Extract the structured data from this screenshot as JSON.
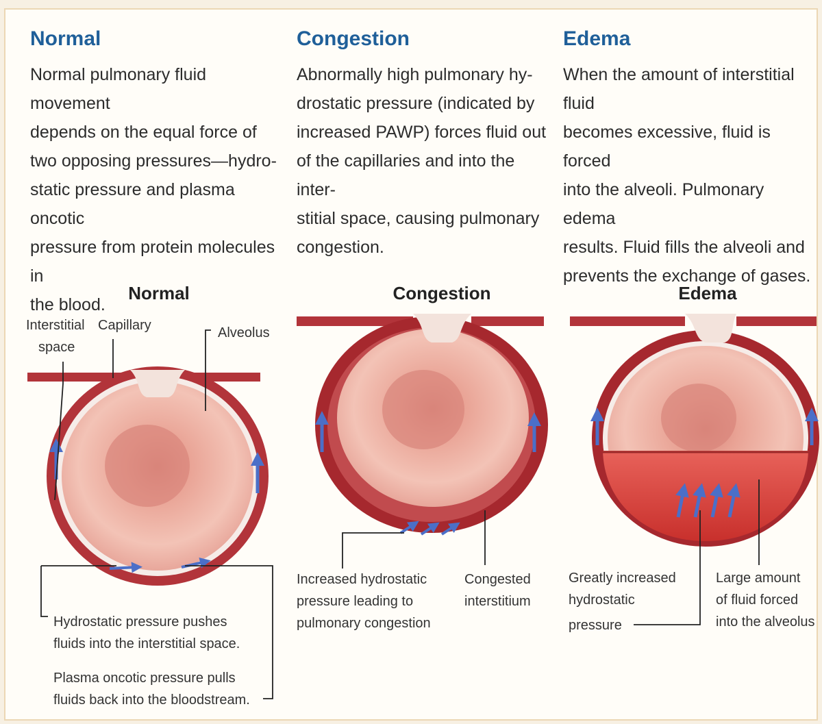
{
  "columns": [
    {
      "heading": "Normal",
      "lines": [
        "Normal pulmonary fluid movement",
        "depends on the equal force of",
        "two opposing pressures—hydro-",
        "static pressure and plasma oncotic",
        "pressure from protein molecules in",
        "the blood."
      ]
    },
    {
      "heading": "Congestion",
      "lines": [
        "Abnormally high pulmonary hy-",
        "drostatic pressure (indicated by",
        "increased PAWP) forces fluid out",
        "of the capillaries and into the inter-",
        "stitial space, causing pulmonary",
        "congestion."
      ]
    },
    {
      "heading": "Edema",
      "lines": [
        "When the amount of interstitial fluid",
        "becomes excessive, fluid is forced",
        "into the alveoli. Pulmonary edema",
        "results. Fluid fills the alveoli and",
        "prevents the exchange of gases."
      ]
    }
  ],
  "diagrams": {
    "normal": {
      "title": "Normal",
      "label_interstitial": [
        "Interstitial",
        "space"
      ],
      "label_capillary": "Capillary",
      "label_alveolus": "Alveolus",
      "label_hydrostatic": [
        "Hydrostatic pressure pushes",
        "fluids into the interstitial space."
      ],
      "label_oncotic": [
        "Plasma oncotic pressure pulls",
        "fluids back into the bloodstream."
      ]
    },
    "congestion": {
      "title": "Congestion",
      "label_pressure": [
        "Increased hydrostatic",
        "pressure leading to",
        "pulmonary congestion"
      ],
      "label_interstitium": [
        "Congested",
        "interstitium"
      ]
    },
    "edema": {
      "title": "Edema",
      "label_pressure": [
        "Greatly increased",
        "hydrostatic",
        "pressure"
      ],
      "label_fluid": [
        "Large amount",
        "of fluid forced",
        "into the alveolus"
      ]
    }
  },
  "colors": {
    "heading": "#1f5f99",
    "capillary": "#b2343a",
    "capillary_dark": "#7d1f24",
    "alveolus": "#f0b0a4",
    "alveolus_center": "#d9857a",
    "fluid": "#d9453e",
    "arrow": "#4b6fc8"
  }
}
